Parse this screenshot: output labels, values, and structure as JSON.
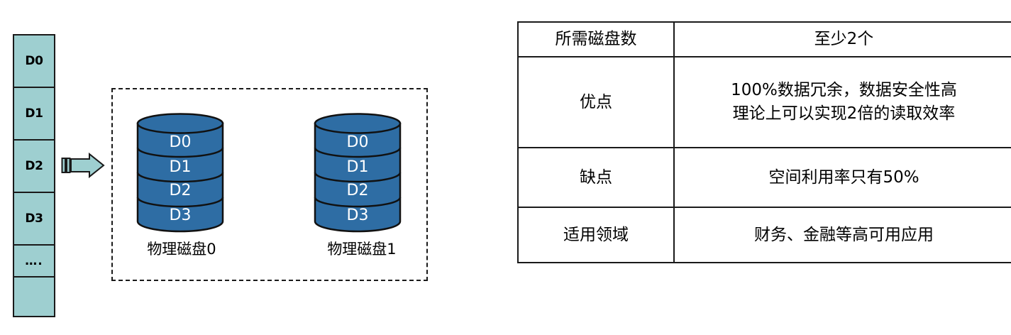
{
  "diagram": {
    "title_hidden": "",
    "input_column": {
      "name": "data-stream-column",
      "cells": [
        {
          "label": "D0"
        },
        {
          "label": "D1"
        },
        {
          "label": "D2"
        },
        {
          "label": "D3"
        },
        {
          "label": "…."
        },
        {
          "label": ""
        }
      ],
      "fill_color": "#9ECFD0",
      "border_color": "#1a1a1a"
    },
    "arrow": {
      "name": "flow-arrow-right",
      "fill_color": "#9ECFD0",
      "border_color": "#1a1a1a",
      "direction": "right"
    },
    "group_box": {
      "name": "raid1-mirror-group",
      "border_style": "dashed",
      "border_color": "#1a1a1a"
    },
    "disks": [
      {
        "name": "physical-disk-0",
        "label": "物理磁盘0",
        "fill_color": "#2E6DA4",
        "text_color": "#FFFFFF",
        "segments": [
          "D0",
          "D1",
          "D2",
          "D3"
        ]
      },
      {
        "name": "physical-disk-1",
        "label": "物理磁盘1",
        "fill_color": "#2E6DA4",
        "text_color": "#FFFFFF",
        "segments": [
          "D0",
          "D1",
          "D2",
          "D3"
        ]
      }
    ]
  },
  "spec_table": {
    "border_color": "#1a1a1a",
    "rows": [
      {
        "label": "所需磁盘数",
        "value_lines": [
          "至少2个"
        ]
      },
      {
        "label": "优点",
        "value_lines": [
          "100%数据冗余，数据安全性高",
          "理论上可以实现2倍的读取效率"
        ]
      },
      {
        "label": "缺点",
        "value_lines": [
          "空间利用率只有50%"
        ]
      },
      {
        "label": "适用领域",
        "value_lines": [
          "财务、金融等高可用应用"
        ]
      }
    ]
  }
}
